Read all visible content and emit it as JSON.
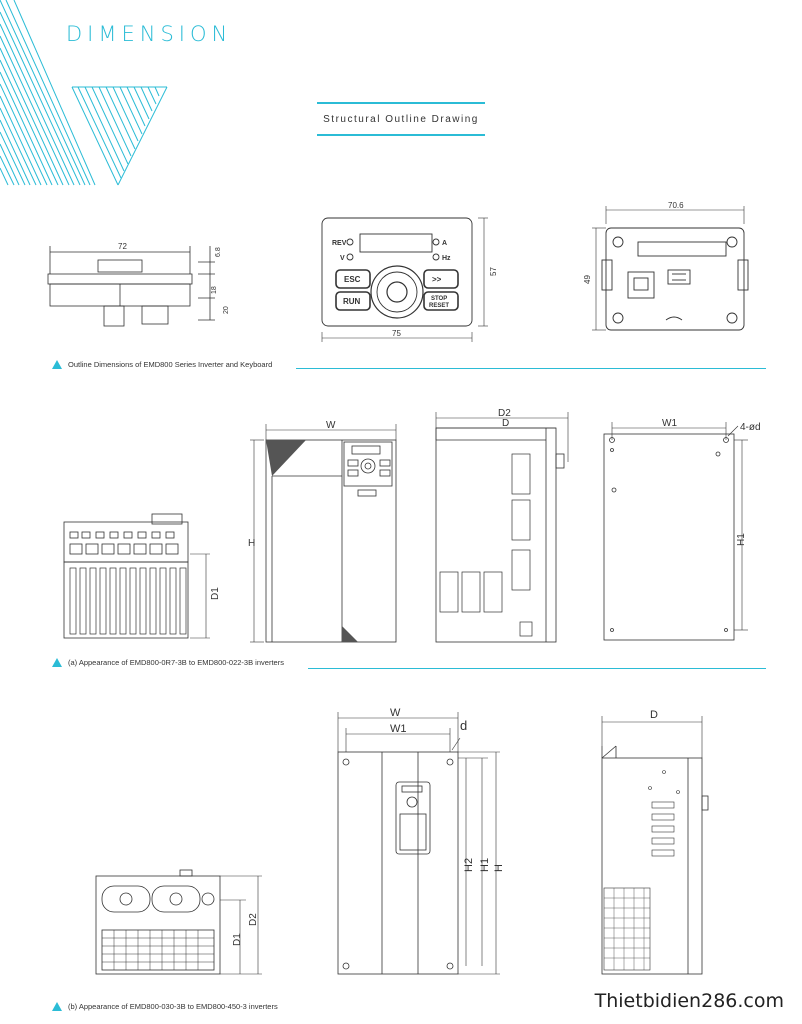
{
  "header": {
    "title": "DIMENSION",
    "subtitle": "Structural Outline Drawing"
  },
  "section1": {
    "caption": "Outline Dimensions of EMD800 Series Inverter and Keyboard",
    "side_view": {
      "width": "72",
      "dim_a": "6.8",
      "dim_b": "18",
      "dim_c": "20"
    },
    "keypad": {
      "width": "75",
      "height": "57",
      "labels": {
        "rev": "REV",
        "v": "V",
        "a": "A",
        "hz": "Hz",
        "esc": "ESC",
        "fwd": ">>",
        "run": "RUN",
        "stop": "STOP",
        "reset": "RESET"
      }
    },
    "back_view": {
      "width": "70.6",
      "height": "49"
    }
  },
  "section2": {
    "caption": "(a) Appearance of EMD800-0R7-3B to EMD800-022-3B inverters",
    "front": {
      "w": "W",
      "h": "H"
    },
    "side": {
      "d2": "D2",
      "d": "D"
    },
    "back": {
      "w1": "W1",
      "h1": "H1",
      "holes": "4-ød"
    },
    "bottom": {
      "d1": "D1"
    }
  },
  "section3": {
    "caption": "(b) Appearance of EMD800-030-3B to EMD800-450-3 inverters",
    "front": {
      "w": "W",
      "w1": "W1",
      "d": "d",
      "h2": "H2",
      "h1": "H1",
      "h": "H"
    },
    "side": {
      "d": "D"
    },
    "bottom": {
      "d1": "D1",
      "d2": "D2"
    }
  },
  "footer": {
    "site": "Thietbidien286.com"
  },
  "colors": {
    "accent": "#2bbcd6",
    "line": "#333333"
  }
}
